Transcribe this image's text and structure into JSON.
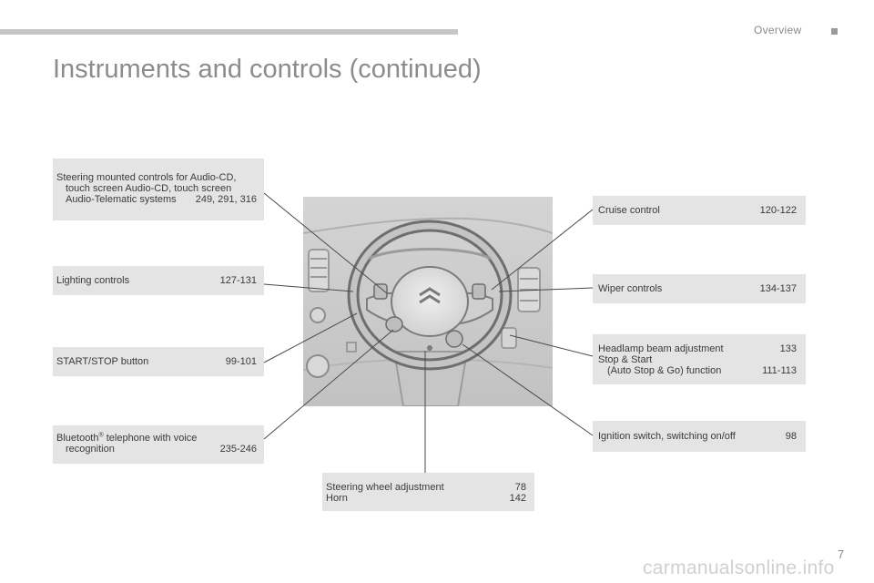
{
  "header": {
    "section_label": "Overview",
    "title": "Instruments and controls (continued)"
  },
  "callouts": {
    "steering_audio": {
      "line1": "Steering mounted controls for Audio-CD,",
      "line2": "touch screen Audio-CD, touch screen",
      "line3": "Audio-Telematic systems",
      "pages": "249, 291, 316"
    },
    "lighting": {
      "label": "Lighting controls",
      "pages": "127-131"
    },
    "start_stop_button": {
      "label": "START/STOP button",
      "pages": "99-101"
    },
    "bluetooth": {
      "label_main": "Bluetooth",
      "registered": "®",
      "label_rest": " telephone with voice",
      "line2": "recognition",
      "pages": "235-246"
    },
    "steering_wheel": {
      "adjust_label": "Steering wheel adjustment",
      "adjust_pages": "78",
      "horn_label": "Horn",
      "horn_pages": "142"
    },
    "cruise_control": {
      "label": "Cruise control",
      "pages": "120-122"
    },
    "wiper_controls": {
      "label": "Wiper controls",
      "pages": "134-137"
    },
    "headlamp": {
      "label": "Headlamp beam adjustment",
      "pages": "133",
      "stop_start_label": "Stop & Start",
      "auto_label": "(Auto Stop & Go) function",
      "auto_pages": "111-113"
    },
    "ignition": {
      "label": "Ignition switch, switching on/off",
      "pages": "98"
    }
  },
  "footer": {
    "page_number": "7",
    "watermark": "carmanualsonline.info"
  },
  "colors": {
    "callout_bg": "#e4e4e4",
    "leader_line": "#4a4a4a",
    "title": "#8c8c8c"
  }
}
